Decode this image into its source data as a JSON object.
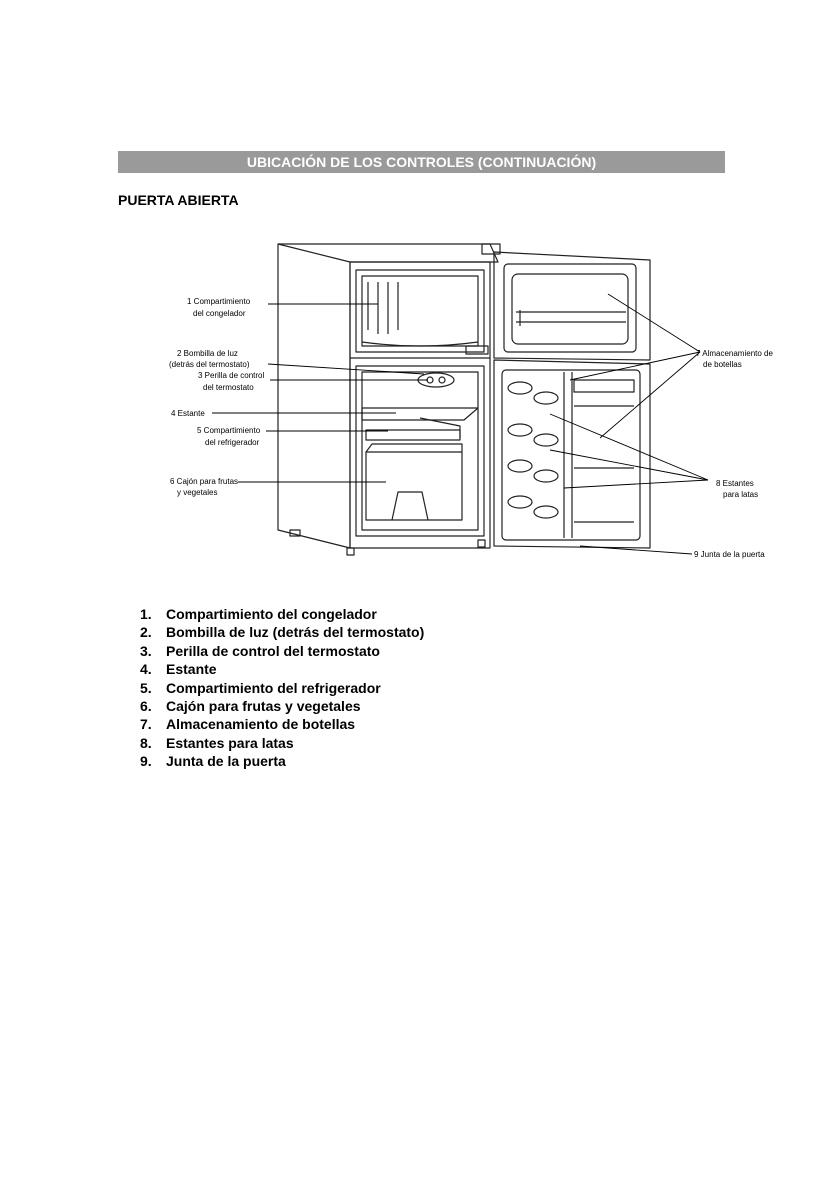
{
  "header": {
    "section_title": "UBICACIÓN DE LOS CONTROLES (CONTINUACIÓN)",
    "subtitle": "PUERTA ABIERTA"
  },
  "figure": {
    "labels": {
      "l1a": "1 Compartimiento",
      "l1b": "del congelador",
      "l2a": "2 Bombilla de luz",
      "l2b": "(detrás del termostato)",
      "l3a": "3 Perilla de control",
      "l3b": "del termostato",
      "l4": "4 Estante",
      "l5a": "5 Compartimiento",
      "l5b": "del refrigerador",
      "l6a": "6 Cajón para frutas",
      "l6b": "y vegetales",
      "l7a": "7 Almacenamiento de",
      "l7b": "de botellas",
      "l8a": "8 Estantes",
      "l8b": "para latas",
      "l9": "9 Junta de la puerta"
    }
  },
  "legend": {
    "items": [
      {
        "num": "1.",
        "text": "Compartimiento del congelador"
      },
      {
        "num": "2.",
        "text": "Bombilla de luz (detrás del termostato)"
      },
      {
        "num": "3.",
        "text": "Perilla de control del termostato"
      },
      {
        "num": "4.",
        "text": "Estante"
      },
      {
        "num": "5.",
        "text": "Compartimiento del refrigerador"
      },
      {
        "num": "6.",
        "text": "Cajón para frutas y vegetales"
      },
      {
        "num": "7.",
        "text": "Almacenamiento de botellas"
      },
      {
        "num": "8.",
        "text": "Estantes para latas"
      },
      {
        "num": "9.",
        "text": "Junta de la puerta"
      }
    ]
  }
}
